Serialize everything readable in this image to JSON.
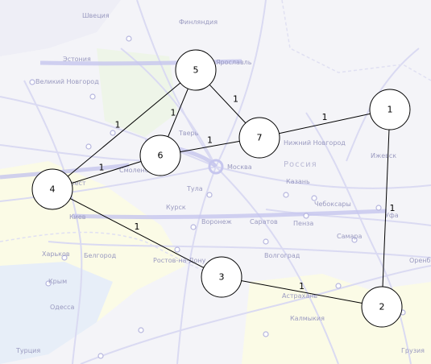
{
  "graph": {
    "nodes": [
      {
        "id": "1",
        "label": "1"
      },
      {
        "id": "2",
        "label": "2"
      },
      {
        "id": "3",
        "label": "3"
      },
      {
        "id": "4",
        "label": "4"
      },
      {
        "id": "5",
        "label": "5"
      },
      {
        "id": "6",
        "label": "6"
      },
      {
        "id": "7",
        "label": "7"
      }
    ],
    "edges": [
      {
        "from": "5",
        "to": "6",
        "weight": "1"
      },
      {
        "from": "5",
        "to": "7",
        "weight": "1"
      },
      {
        "from": "5",
        "to": "4",
        "weight": "1"
      },
      {
        "from": "4",
        "to": "6",
        "weight": "1"
      },
      {
        "from": "6",
        "to": "7",
        "weight": "1"
      },
      {
        "from": "7",
        "to": "1",
        "weight": "1"
      },
      {
        "from": "1",
        "to": "2",
        "weight": "1"
      },
      {
        "from": "4",
        "to": "3",
        "weight": "1"
      },
      {
        "from": "3",
        "to": "2",
        "weight": "1"
      }
    ]
  },
  "background_map": {
    "labels": [
      "Швеция",
      "Финляндия",
      "Эстония",
      "Великий Новгород",
      "Тверь",
      "Москва",
      "Тула",
      "Курск",
      "Россия",
      "Казань",
      "Самара",
      "Воронеж",
      "Волгоград",
      "Астрахань",
      "Ростов-на-Дону",
      "Саратов",
      "Ижевск",
      "Уфа",
      "Пенза",
      "Белгород",
      "Харьков",
      "Крым",
      "Турция",
      "Грузия",
      "Оренбург",
      "Калмыкия",
      "Чебоксары",
      "Ярославль",
      "Нижний Новгород",
      "Смоленск",
      "Брест",
      "Киев",
      "Одесса"
    ],
    "colors": {
      "land": "#f4f4f8",
      "region_yellow": "#fbfbe6",
      "region_green": "#eef5e8",
      "road": "#dadaf2",
      "road_major": "#c6c6ee",
      "label": "#9a9ac0"
    }
  },
  "style": {
    "node_fill": "#ffffff",
    "node_stroke": "#000000",
    "edge_color": "#000000"
  }
}
